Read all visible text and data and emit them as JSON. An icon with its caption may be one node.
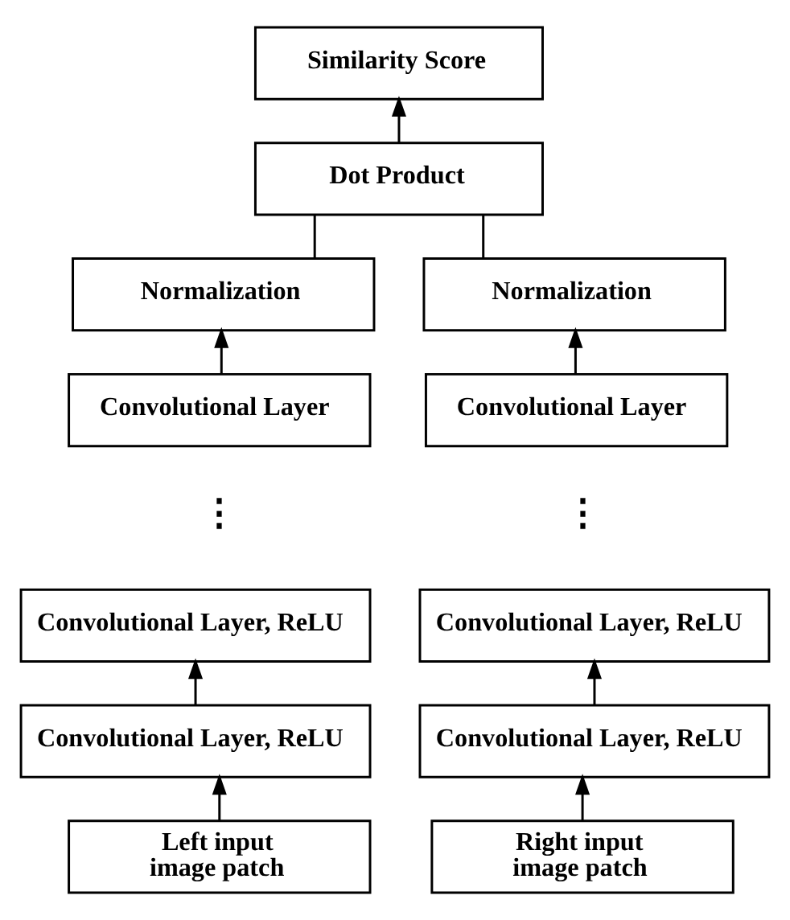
{
  "diagram": {
    "nodes": [
      {
        "text": [
          "Similarity Score"
        ]
      },
      {
        "text": [
          "Dot Product"
        ]
      },
      {
        "text": [
          "Normalization"
        ]
      },
      {
        "text": [
          "Normalization"
        ]
      },
      {
        "text": [
          "Convolutional Layer"
        ]
      },
      {
        "text": [
          "Convolutional Layer"
        ]
      },
      {
        "text": [
          "Convolutional Layer, ReLU"
        ]
      },
      {
        "text": [
          "Convolutional Layer, ReLU"
        ]
      },
      {
        "text": [
          "Convolutional Layer, ReLU"
        ]
      },
      {
        "text": [
          "Convolutional Layer, ReLU"
        ]
      },
      {
        "text": [
          "Left input image patch"
        ]
      },
      {
        "text": [
          "Right input image patch"
        ]
      }
    ],
    "edges": [
      {
        "from": 1,
        "to": 0,
        "arrow": "to"
      },
      {
        "from": 2,
        "to": 1,
        "arrow": "none"
      },
      {
        "from": 3,
        "to": 1,
        "arrow": "none"
      },
      {
        "from": 4,
        "to": 2,
        "arrow": "to"
      },
      {
        "from": 5,
        "to": 3,
        "arrow": "to"
      },
      {
        "from": 8,
        "to": 6,
        "arrow": "to"
      },
      {
        "from": 9,
        "to": 7,
        "arrow": "to"
      },
      {
        "from": 10,
        "to": 8,
        "arrow": "to"
      },
      {
        "from": 11,
        "to": 9,
        "arrow": "to"
      }
    ],
    "labels": [
      "⋮",
      "⋮"
    ]
  }
}
